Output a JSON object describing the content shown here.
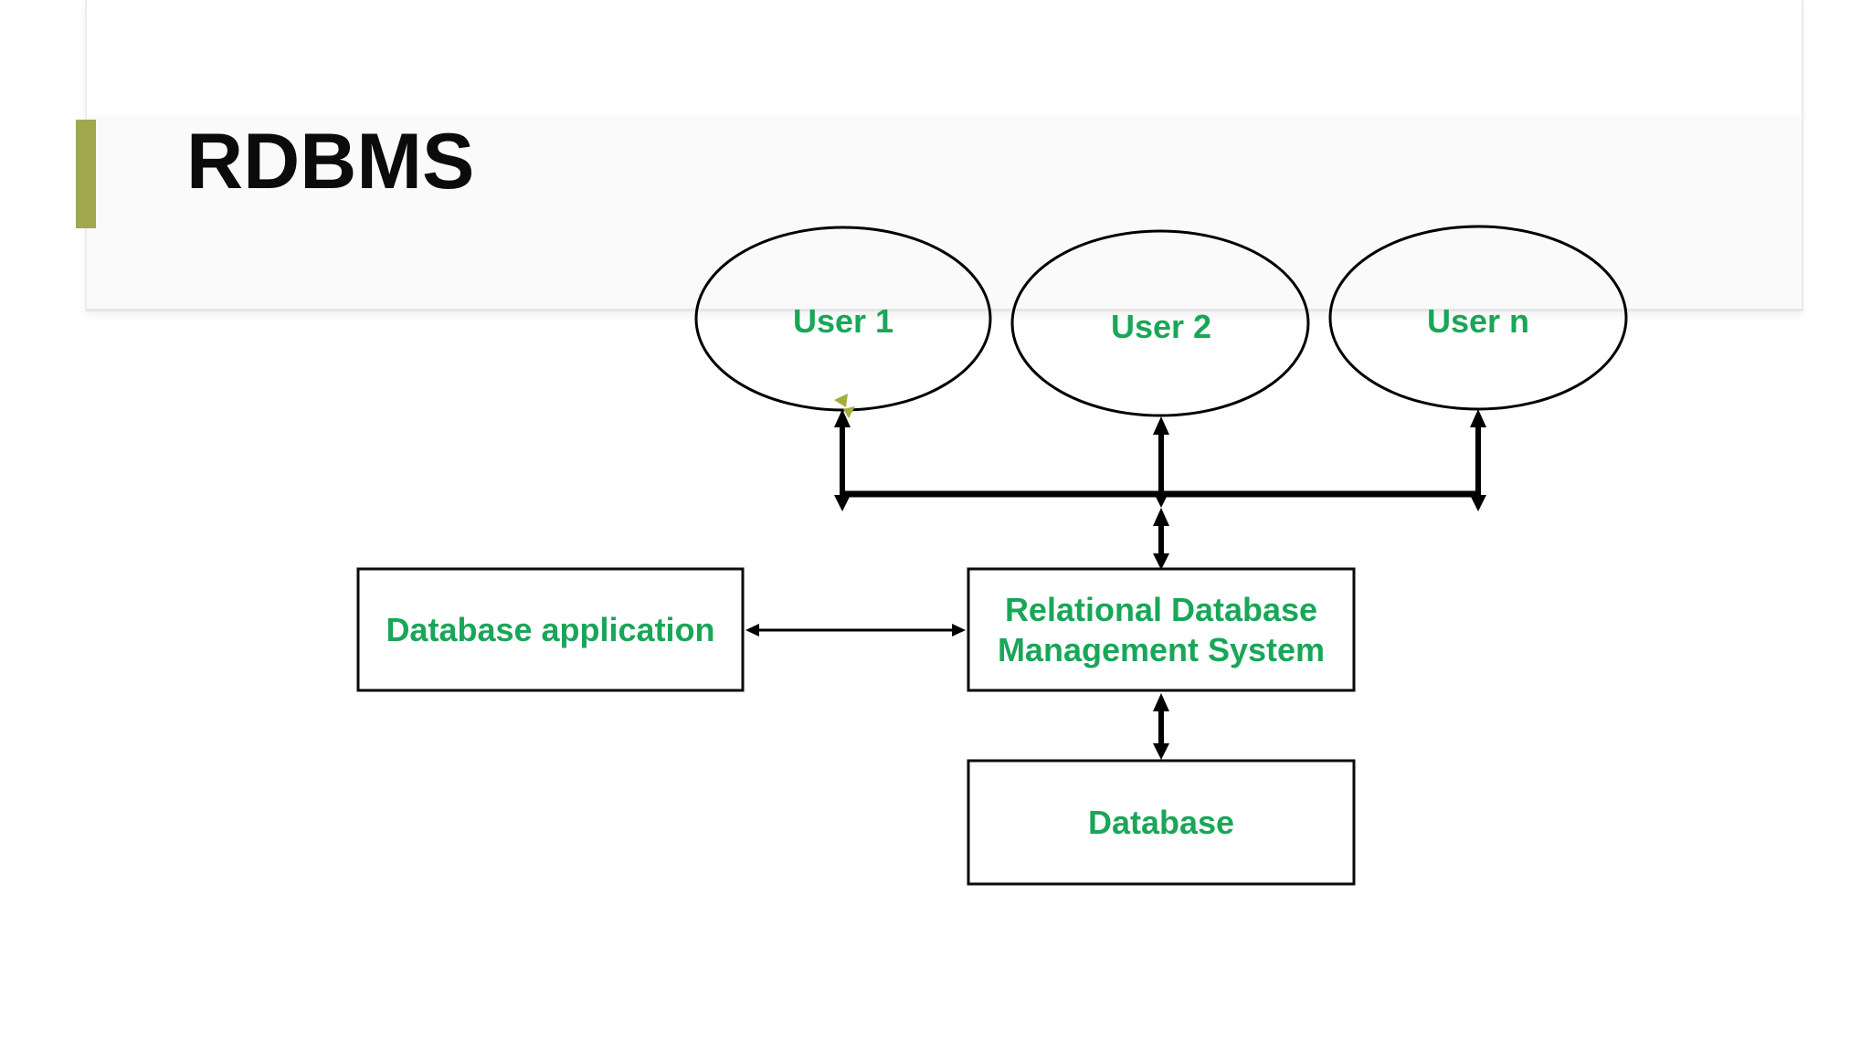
{
  "slide": {
    "title": "RDBMS",
    "colors": {
      "accent": "#a0a84d",
      "diagram_text": "#1aa658",
      "line": "#000000",
      "cursor": "#a4ad3e"
    }
  },
  "diagram": {
    "users": [
      {
        "label": "User 1"
      },
      {
        "label": "User 2"
      },
      {
        "label": "User n"
      }
    ],
    "boxes": {
      "app": {
        "label": "Database application"
      },
      "rdbms": {
        "line1": "Relational Database",
        "line2": "Management System"
      },
      "db": {
        "label": "Database"
      }
    }
  }
}
